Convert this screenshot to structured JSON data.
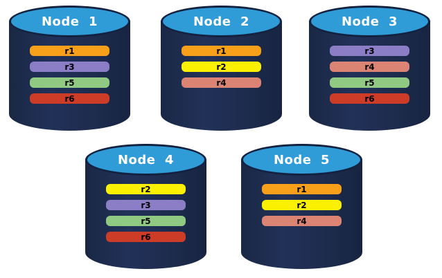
{
  "diagram": {
    "type": "database-replica-distribution",
    "nodes": [
      {
        "label": "Node  1",
        "replicas": [
          "r1",
          "r3",
          "r5",
          "r6"
        ]
      },
      {
        "label": "Node  2",
        "replicas": [
          "r1",
          "r2",
          "r4"
        ]
      },
      {
        "label": "Node  3",
        "replicas": [
          "r3",
          "r4",
          "r5",
          "r6"
        ]
      },
      {
        "label": "Node  4",
        "replicas": [
          "r2",
          "r3",
          "r5",
          "r6"
        ]
      },
      {
        "label": "Node  5",
        "replicas": [
          "r1",
          "r2",
          "r4"
        ]
      }
    ],
    "replica_colors": {
      "r1": "#f9a01b",
      "r2": "#fbf000",
      "r3": "#8b7dc6",
      "r4": "#db8474",
      "r5": "#90c981",
      "r6": "#cc3c26"
    },
    "colors": {
      "cylinder_body": "#1d2b4b",
      "cylinder_top_fill": "#2f9cd8",
      "cylinder_outline": "#142241",
      "node_label_text": "#ffffff",
      "replica_label_text": "#000000",
      "background": "#ffffff"
    }
  }
}
